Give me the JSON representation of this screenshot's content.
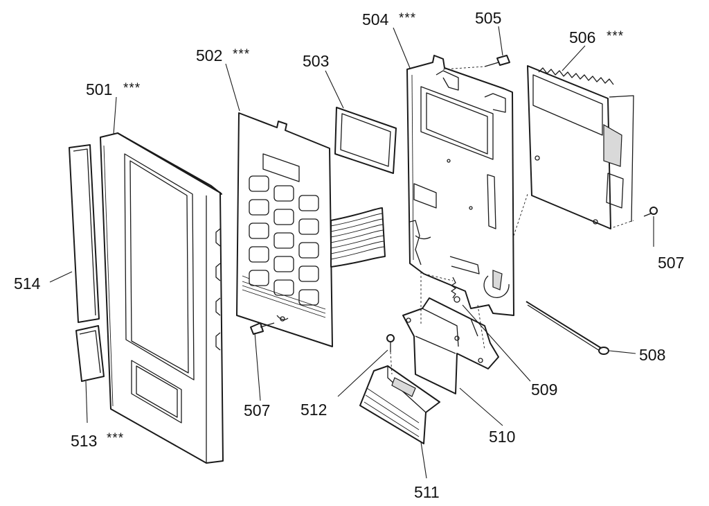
{
  "labels": {
    "p501": "501",
    "p502": "502",
    "p503": "503",
    "p504": "504",
    "p505": "505",
    "p506": "506",
    "p507a": "507",
    "p507b": "507",
    "p508": "508",
    "p509": "509",
    "p510": "510",
    "p511": "511",
    "p512": "512",
    "p513": "513",
    "p514": "514"
  },
  "marks": {
    "p501": "***",
    "p502": "***",
    "p504": "***",
    "p506": "***",
    "p513": "***"
  }
}
